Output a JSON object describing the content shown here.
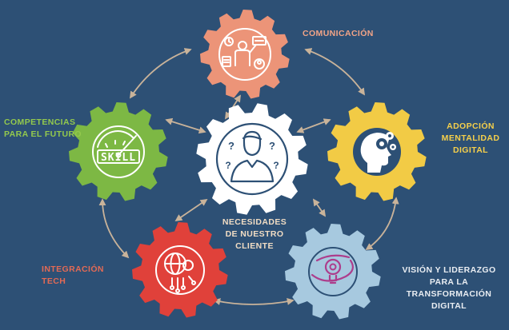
{
  "colors": {
    "background": "#2d5075",
    "connector": "#c9b39a",
    "icon_line": "#ffffff",
    "icon_core": "#2d5075"
  },
  "center": {
    "label": "NECESIDADES\nDE NUESTRO\nCLIENTE",
    "label_color": "#f0dcc4",
    "gear_color": "#ffffff",
    "icon": "person-question-icon"
  },
  "nodes": [
    {
      "id": "comunicacion",
      "label": "COMUNICACIÓN",
      "label_color": "#f2a487",
      "gear_color": "#ec9478",
      "icon": "presenter-board-icon"
    },
    {
      "id": "adopcion",
      "label": "ADOPCIÓN\nMENTALIDAD\nDIGITAL",
      "label_color": "#f5cf4b",
      "gear_color": "#f2cb45",
      "icon": "head-gears-icon"
    },
    {
      "id": "vision",
      "label": "VISIÓN Y LIDERAZGO\nPARA LA\nTRANSFORMACIÓN\nDIGITAL",
      "label_color": "#e9edf2",
      "gear_color": "#a7c9df",
      "icon": "lightbulb-gear-icon"
    },
    {
      "id": "integracion",
      "label": "INTEGRACIÓN\nTECH",
      "label_color": "#e36a55",
      "gear_color": "#e0413a",
      "icon": "globe-circuit-icon"
    },
    {
      "id": "competencias",
      "label": "COMPETENCIAS\nPARA EL FUTURO",
      "label_color": "#93c94d",
      "gear_color": "#7db844",
      "icon": "skill-gauge-icon"
    }
  ],
  "icons": {
    "skill_badge_text": "SKILL"
  }
}
